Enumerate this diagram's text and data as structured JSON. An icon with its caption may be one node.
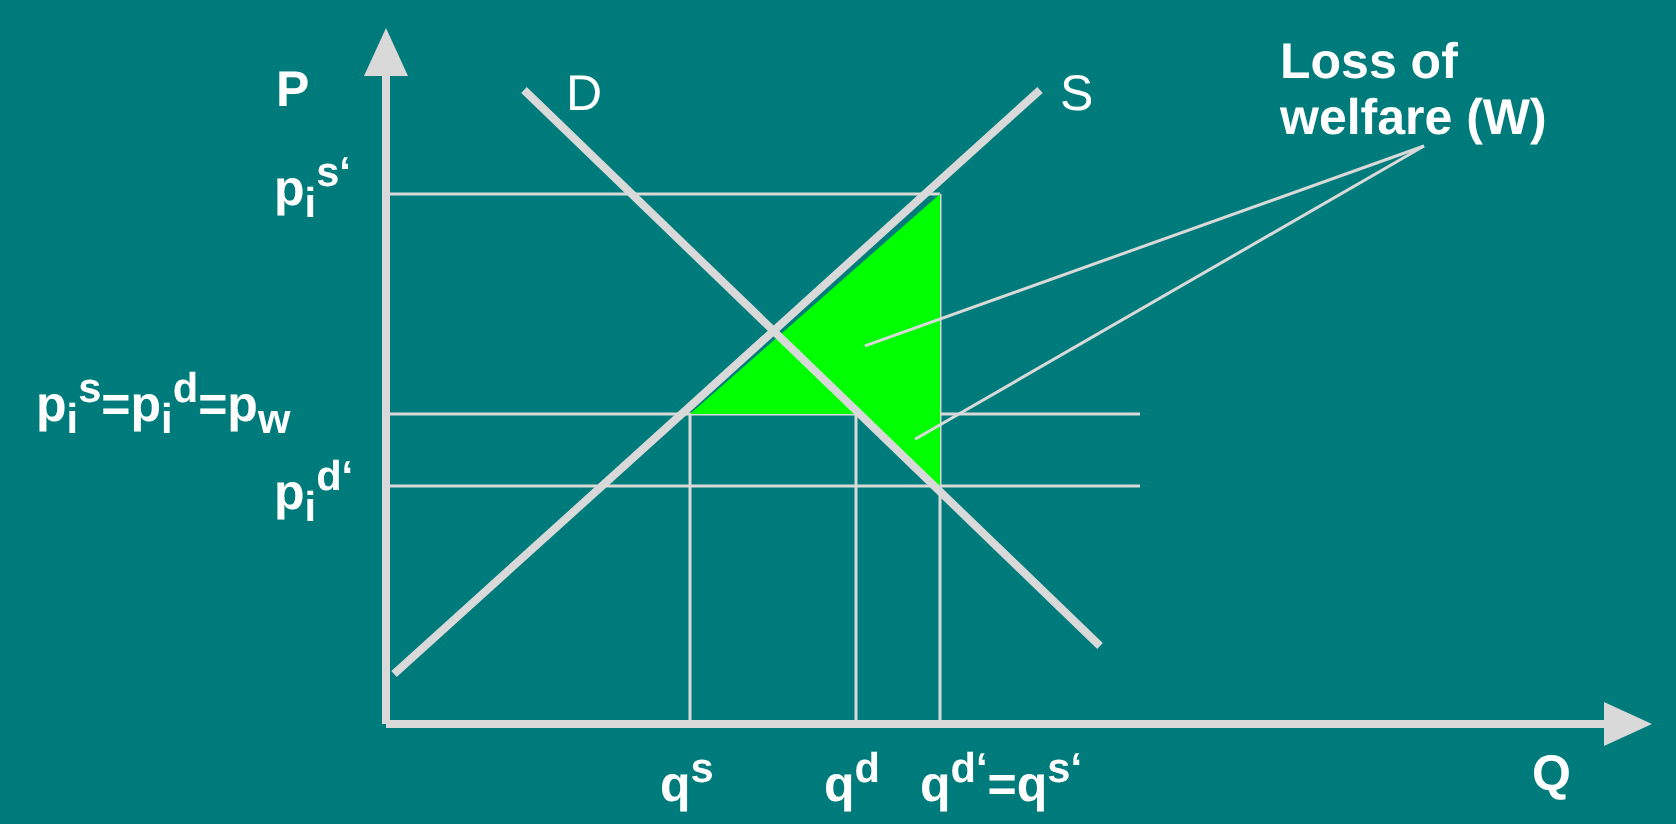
{
  "diagram": {
    "nodes": [
      {
        "text": [
          "Loss of welfare (W)"
        ]
      },
      {
        "text": [],
        "shape": "triangle"
      }
    ],
    "edges": [
      {
        "from": 0,
        "to": 1,
        "arrow": "none"
      },
      {
        "from": 0,
        "to": 1,
        "arrow": "none"
      }
    ],
    "labels": [
      "P",
      "D",
      "S",
      "p$_{i}$$^{s‘}$",
      "p$_{i}$$^{s}$=p$_{i}$$^{d}$=p$_{w}$",
      "p$_{i}$$^{d‘}$",
      "q$^{s}$",
      "q$^{d}$",
      "q$^{d‘}$=q$^{s‘}$",
      "Q"
    ]
  }
}
